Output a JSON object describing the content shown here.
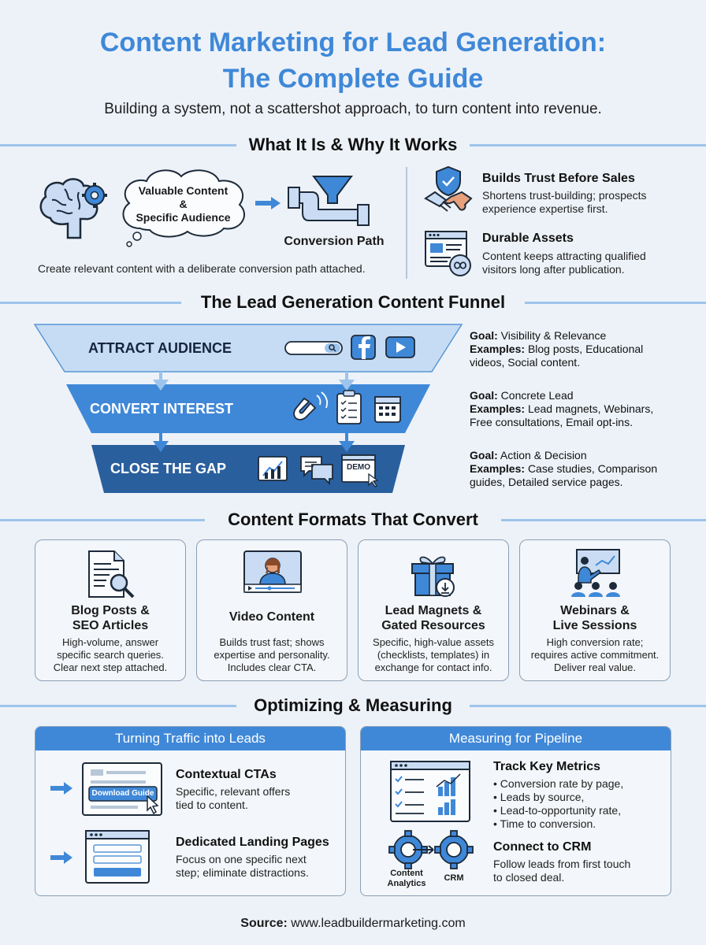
{
  "header": {
    "title_line1": "Content Marketing for Lead Generation:",
    "title_line2": "The Complete Guide",
    "subtitle": "Building a system, not a scattershot approach, to turn content into revenue."
  },
  "what": {
    "heading": "What It Is & Why It Works",
    "cloud_line1": "Valuable Content",
    "cloud_amp": "&",
    "cloud_line2": "Specific Audience",
    "pipe_label": "Conversion Path",
    "caption": "Create relevant content with a deliberate conversion path attached.",
    "benefits": [
      {
        "title": "Builds Trust Before Sales",
        "line1": "Shortens trust-building; prospects",
        "line2": "experience expertise first."
      },
      {
        "title": "Durable Assets",
        "line1": "Content keeps attracting qualified",
        "line2": "visitors long after publication."
      }
    ]
  },
  "funnel": {
    "heading": "The Lead Generation Content Funnel",
    "stages": [
      {
        "label": "ATTRACT AUDIENCE",
        "goal_label": "Goal:",
        "goal": "Visibility & Relevance",
        "ex_label": "Examples:",
        "ex1": "Blog posts, Educational",
        "ex2": "videos, Social content."
      },
      {
        "label": "CONVERT INTEREST",
        "goal_label": "Goal:",
        "goal": "Concrete Lead",
        "ex_label": "Examples:",
        "ex1": "Lead magnets, Webinars,",
        "ex2": "Free consultations, Email opt-ins."
      },
      {
        "label": "CLOSE THE GAP",
        "goal_label": "Goal:",
        "goal": "Action & Decision",
        "ex_label": "Examples:",
        "ex1": "Case studies, Comparison",
        "ex2": "guides, Detailed service pages."
      }
    ],
    "demo_label": "DEMO"
  },
  "formats": {
    "heading": "Content Formats That Convert",
    "cards": [
      {
        "title1": "Blog Posts &",
        "title2": "SEO Articles",
        "d1": "High-volume, answer",
        "d2": "specific search queries.",
        "d3": "Clear next step attached."
      },
      {
        "title1": "Video Content",
        "title2": "",
        "d1": "Builds trust fast; shows",
        "d2": "expertise and personality.",
        "d3": "Includes clear CTA."
      },
      {
        "title1": "Lead Magnets &",
        "title2": "Gated Resources",
        "d1": "Specific, high-value assets",
        "d2": "(checklists, templates) in",
        "d3": "exchange for contact info."
      },
      {
        "title1": "Webinars &",
        "title2": "Live Sessions",
        "d1": "High conversion rate;",
        "d2": "requires active commitment.",
        "d3": "Deliver real value."
      }
    ]
  },
  "optimize": {
    "heading": "Optimizing & Measuring",
    "left": {
      "header": "Turning Traffic into Leads",
      "item1_title": "Contextual CTAs",
      "item1_l1": "Specific, relevant offers",
      "item1_l2": "tied to content.",
      "cta_button": "Download Guide",
      "item2_title": "Dedicated Landing Pages",
      "item2_l1": "Focus on one specific next",
      "item2_l2": "step; eliminate distractions."
    },
    "right": {
      "header": "Measuring for Pipeline",
      "metrics_title": "Track Key Metrics",
      "metrics": [
        "• Conversion rate by page,",
        "• Leads by source,",
        "• Lead-to-opportunity rate,",
        "• Time to conversion."
      ],
      "crm_title": "Connect to CRM",
      "crm_l1": "Follow leads from first touch",
      "crm_l2": "to closed deal.",
      "gear1_l1": "Content",
      "gear1_l2": "Analytics",
      "gear2": "CRM"
    }
  },
  "footer": {
    "source_label": "Source:",
    "source": "www.leadbuildermarketing.com"
  }
}
